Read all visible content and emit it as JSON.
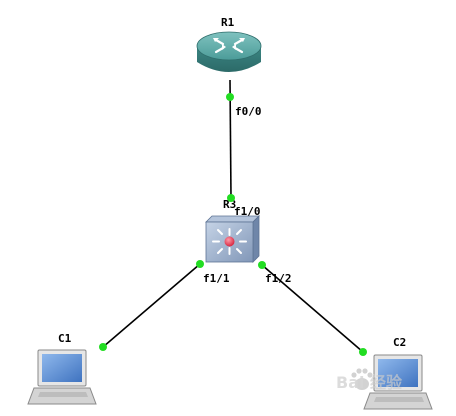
{
  "diagram": {
    "nodes": {
      "r1": {
        "label": "R1",
        "type": "router"
      },
      "r3": {
        "label": "R3",
        "type": "layer3-switch"
      },
      "c1": {
        "label": "C1",
        "type": "laptop"
      },
      "c2": {
        "label": "C2",
        "type": "laptop"
      }
    },
    "links": [
      {
        "from": "R1",
        "from_port": "f0/0",
        "to": "R3",
        "to_port": "f1/0"
      },
      {
        "from": "R3",
        "from_port": "f1/1",
        "to": "C1",
        "to_port": ""
      },
      {
        "from": "R3",
        "from_port": "f1/2",
        "to": "C2",
        "to_port": ""
      }
    ],
    "ports": {
      "r1_f0_0": "f0/0",
      "r3_f1_0": "f1/0",
      "r3_f1_1": "f1/1",
      "r3_f1_2": "f1/2"
    },
    "colors": {
      "link": "#000000",
      "port_dot": "#22dd22",
      "router_body": "#3f8f8c",
      "switch_body": "#9cb2cf",
      "switch_center": "#e8384f",
      "laptop_screen": "#5b8fd6"
    },
    "icons": {
      "r1": "router-icon",
      "r3": "layer3-switch-icon",
      "c1": "laptop-icon",
      "c2": "laptop-icon"
    }
  },
  "watermark": {
    "text": "Bai 经验",
    "icon": "paw-icon"
  }
}
